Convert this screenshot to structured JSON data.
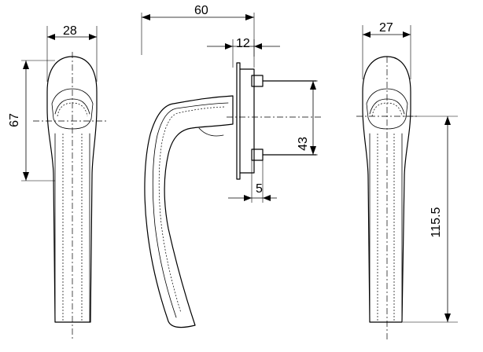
{
  "drawing": {
    "dimensions": {
      "front_width": "28",
      "front_height": "67",
      "side_length": "60",
      "base_thickness": "12",
      "spindle_spacing": "43",
      "spindle_offset": "5",
      "right_width": "27",
      "right_height": "115.5"
    }
  }
}
